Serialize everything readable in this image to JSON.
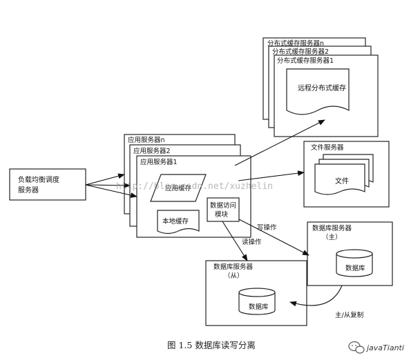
{
  "diagram": {
    "load_balancer": "负载均衡调度\n服务器",
    "app_servers": {
      "back": "应用服务器n",
      "middle": "应用服务器2",
      "front": "应用服务器1",
      "app_cache": "应用缓存",
      "local_cache": "本地缓存",
      "data_access": "数据访问\n模块"
    },
    "dist_cache": {
      "back": "分布式缓存服务器n",
      "middle": "分布式缓存服务器2",
      "front": "分布式缓存服务器1",
      "remote": "远程分布式缓存"
    },
    "file_server": {
      "title": "文件服务器",
      "doc": "文件"
    },
    "db_master": {
      "title": "数据库服务器\n（主）",
      "db": "数据库"
    },
    "db_slave": {
      "title": "数据库服务器\n（从）",
      "db": "数据库"
    },
    "edge_labels": {
      "write": "写操作",
      "read": "读操作",
      "replication": "主/从复制"
    },
    "watermark": "http://blog.csdn.net/xuzhelin",
    "caption": "图 1.5    数据库读写分离",
    "brand": "javaTianti"
  }
}
